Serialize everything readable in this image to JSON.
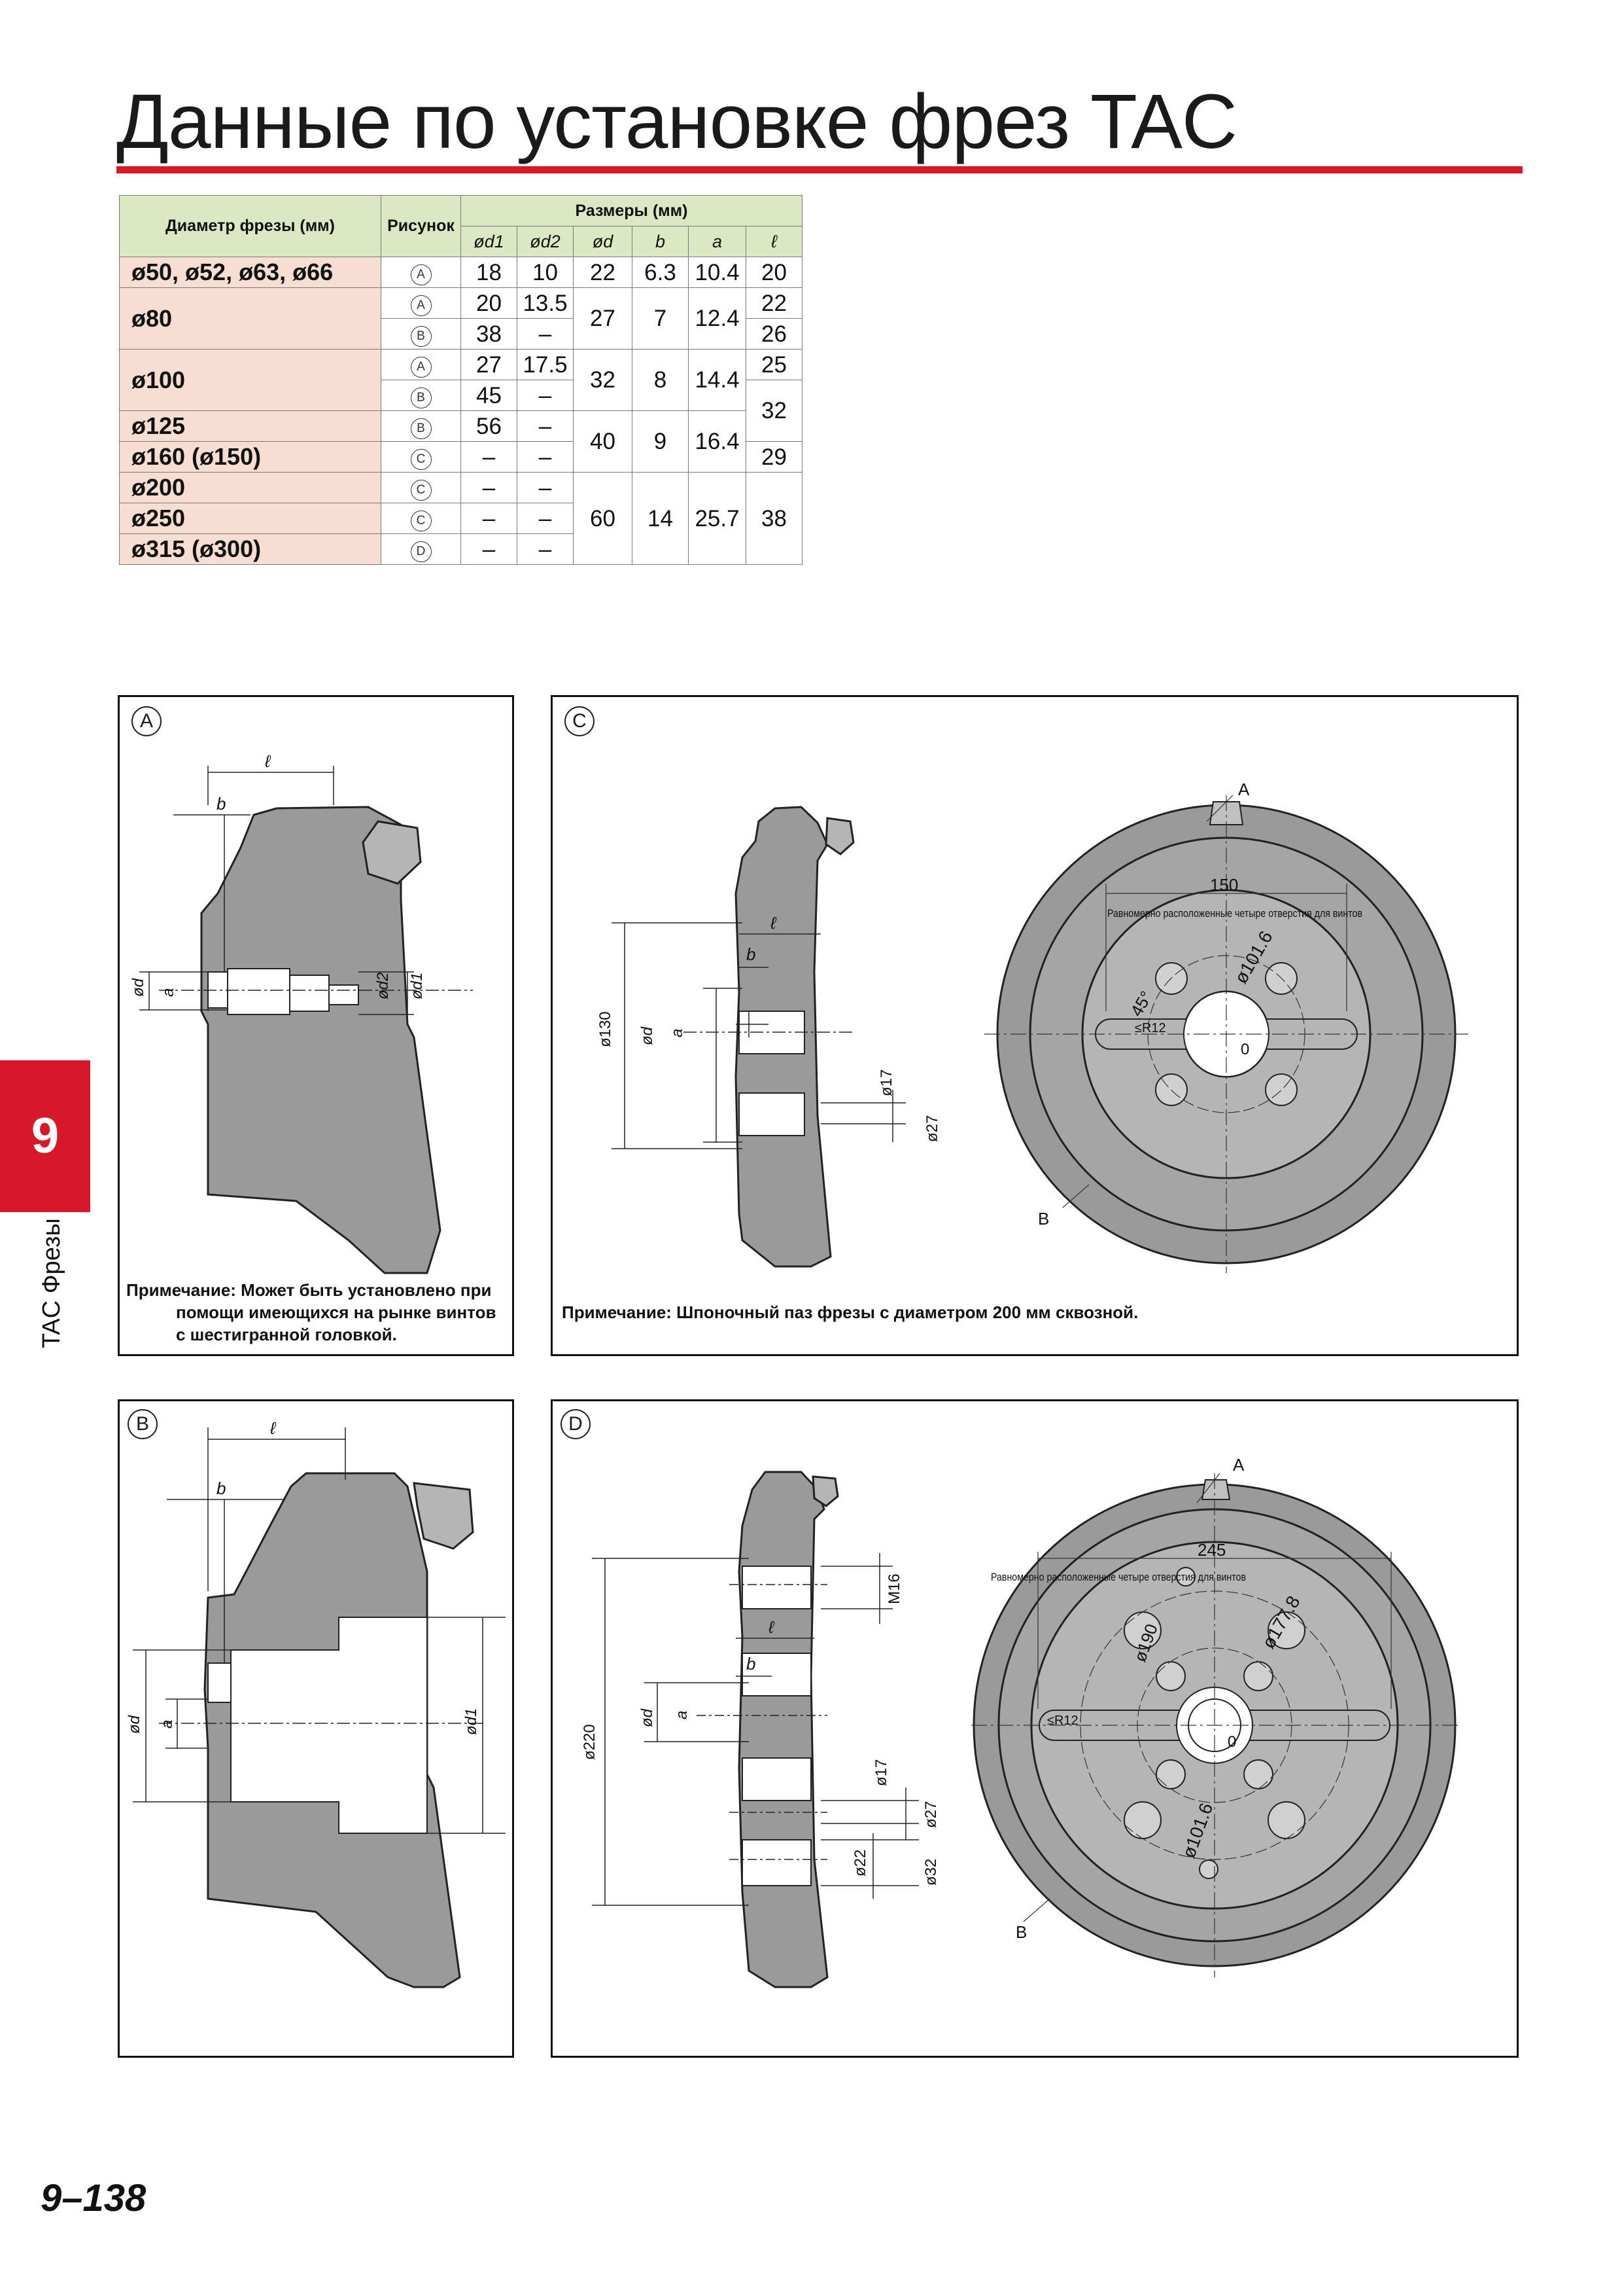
{
  "title": "Данные по установке фрез TAC",
  "table": {
    "col_diameter": "Диаметр фрезы (мм)",
    "col_figure": "Рисунок",
    "col_sizes": "Размеры (мм)",
    "sub_d1": "ød1",
    "sub_d2": "ød2",
    "sub_d": "ød",
    "sub_b": "b",
    "sub_a": "a",
    "sub_l": "ℓ",
    "cells": {
      "dia_50": "ø50, ø52, ø63, ø66",
      "dia_80": "ø80",
      "dia_100": "ø100",
      "dia_125": "ø125",
      "dia_160": "ø160 (ø150)",
      "dia_200": "ø200",
      "dia_250": "ø250",
      "dia_315": "ø315 (ø300)",
      "fig_a": "A",
      "fig_b": "B",
      "fig_c": "C",
      "fig_d": "D",
      "d1_50": "18",
      "d2_50": "10",
      "d_50": "22",
      "b_50": "6.3",
      "a_50": "10.4",
      "l_50": "20",
      "d1_80a": "20",
      "d2_80a": "13.5",
      "d_80": "27",
      "b_80": "7",
      "a_80": "12.4",
      "l_80a": "22",
      "d1_80b": "38",
      "d2_80b": "–",
      "l_80b": "26",
      "d1_100a": "27",
      "d2_100a": "17.5",
      "d_100": "32",
      "b_100": "8",
      "a_100": "14.4",
      "l_100a": "25",
      "d1_100b": "45",
      "d2_100b": "–",
      "l_100b": "32",
      "d1_125": "56",
      "d2_125": "–",
      "d_125": "40",
      "b_125": "9",
      "a_125": "16.4",
      "d1_160": "–",
      "d2_160": "–",
      "l_160": "29",
      "d1_200": "–",
      "d2_200": "–",
      "d_200": "60",
      "b_200": "14",
      "a_200": "25.7",
      "l_200": "38",
      "d1_250": "–",
      "d2_250": "–",
      "d1_315": "–",
      "d2_315": "–"
    }
  },
  "panels": {
    "a": {
      "tag": "A",
      "note_line1": "Примечание: Может быть установлено при",
      "note_line2": "помощи имеющихся на рынке винтов",
      "note_line3": "с шестигранной головкой.",
      "labels": {
        "l": "ℓ",
        "b": "b",
        "d": "ød",
        "a": "a",
        "d2": "ød2",
        "d1": "ød1"
      }
    },
    "b": {
      "tag": "B",
      "labels": {
        "l": "ℓ",
        "b": "b",
        "d": "ød",
        "a": "a",
        "d1": "ød1"
      }
    },
    "c": {
      "tag": "C",
      "note": "Примечание: Шпоночный паз фрезы с диаметром 200 мм сквозной.",
      "labels": {
        "l": "ℓ",
        "b": "b",
        "d130": "ø130",
        "d": "ød",
        "a": "a",
        "d17": "ø17",
        "d27": "ø27",
        "A": "A",
        "B": "B",
        "w150": "150",
        "holes": "Равномерно расположенные четыре отверстия для винтов",
        "angle": "45°",
        "pcd": "ø101.6",
        "r12": "≤R12",
        "zero": "0"
      }
    },
    "d": {
      "tag": "D",
      "labels": {
        "l": "ℓ",
        "b": "b",
        "d220": "ø220",
        "d": "ød",
        "a": "a",
        "m16": "M16",
        "d17": "ø17",
        "d27": "ø27",
        "d22": "ø22",
        "d32": "ø32",
        "A": "A",
        "B": "B",
        "w245": "245",
        "holes": "Равномерно расположенные четыре отверстия для винтов",
        "pcd190": "ø190",
        "pcd177": "ø177.8",
        "pcd101": "ø101.6",
        "r12": "≤R12",
        "zero": "0"
      }
    }
  },
  "side_tab": "9",
  "side_text": "TAC Фрезы",
  "page_number": "9–138",
  "colors": {
    "accent": "#d7182a",
    "header_green": "#dce8c4",
    "row_pink": "#f8ddd2",
    "part_gray": "#9a9a9a"
  }
}
